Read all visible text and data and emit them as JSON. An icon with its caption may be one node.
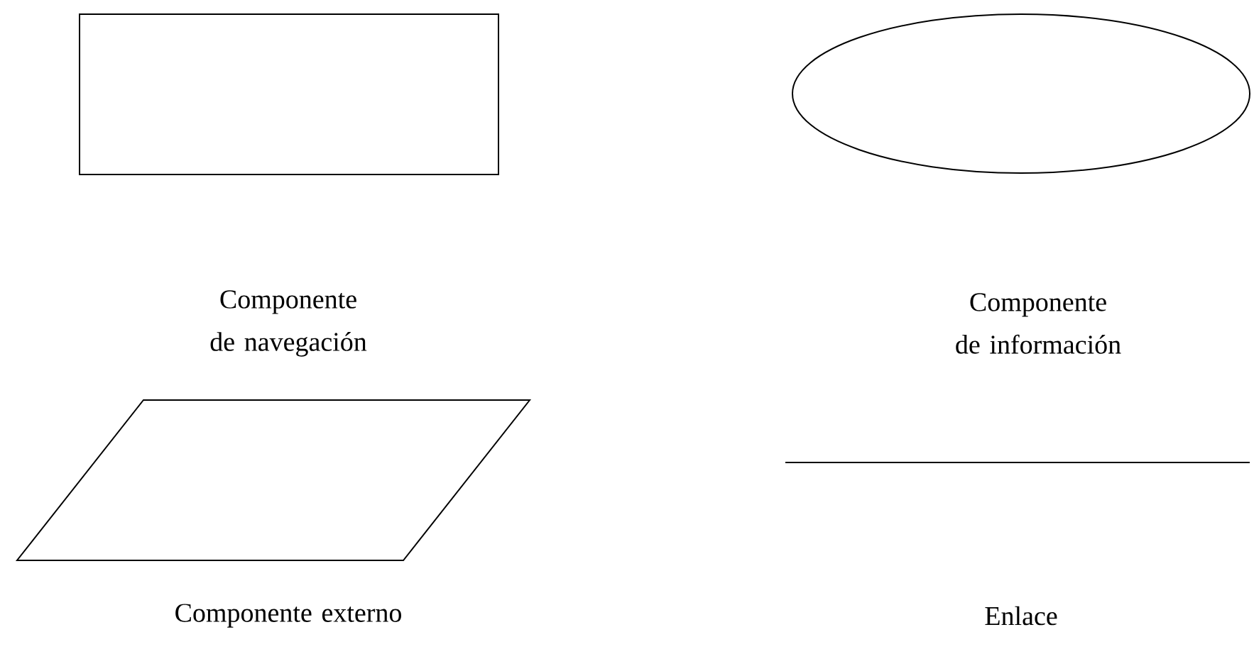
{
  "diagram": {
    "nodes": [
      {
        "text": [],
        "shape": "box"
      },
      {
        "text": [],
        "shape": "ellipse"
      },
      {
        "text": [],
        "shape": "parallelogram"
      },
      {
        "text": [],
        "shape": "line"
      }
    ],
    "labels": [
      "Componente de navegación",
      "Componente de información",
      "Componente externo",
      "Enlace"
    ]
  }
}
